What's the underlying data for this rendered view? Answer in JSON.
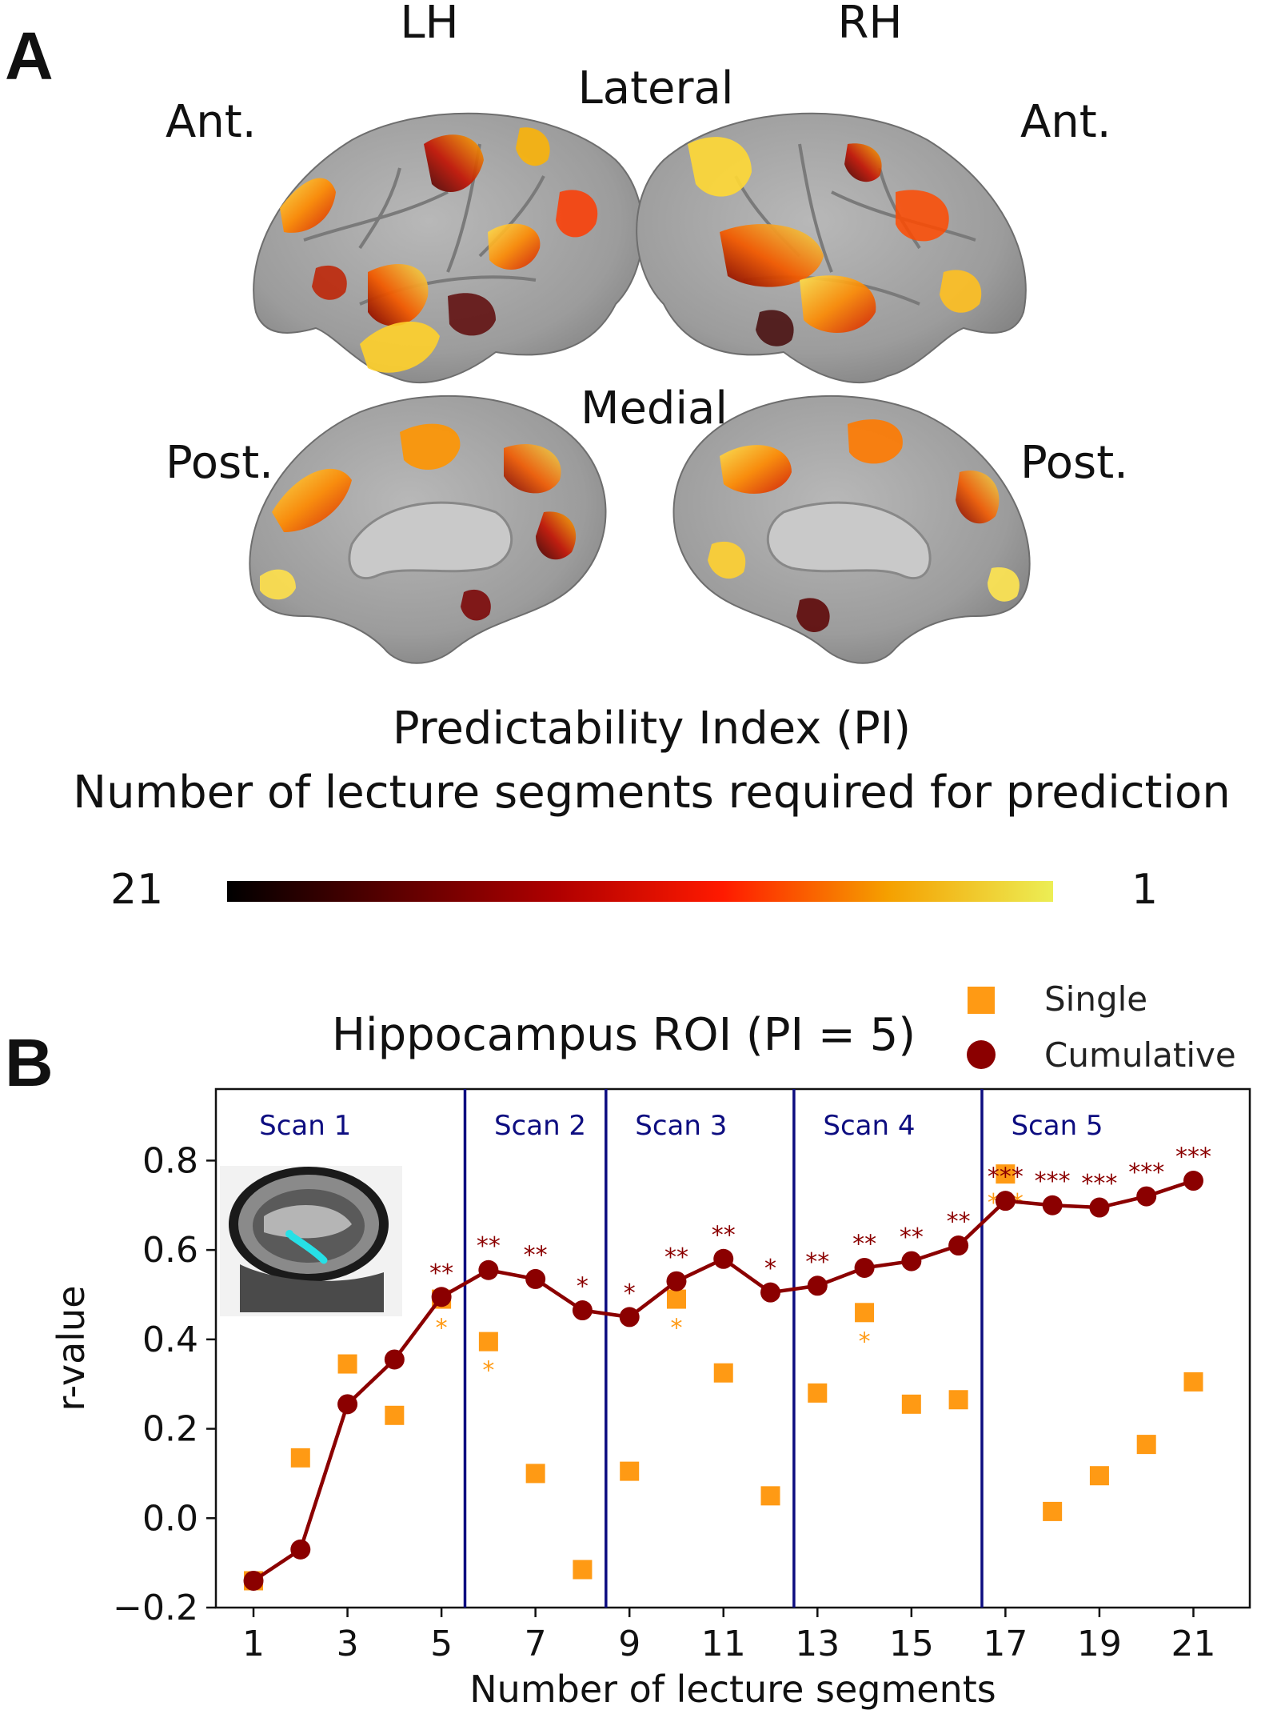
{
  "panel_a": {
    "letter": "A",
    "lh": "LH",
    "rh": "RH",
    "lateral": "Lateral",
    "medial": "Medial",
    "ant_left": "Ant.",
    "ant_right": "Ant.",
    "post_left": "Post.",
    "post_right": "Post.",
    "colorbar_title": "Predictability Index (PI)",
    "colorbar_subtitle": "Number of lecture segments required for prediction",
    "colorbar_min_label": "21",
    "colorbar_max_label": "1",
    "colorbar_colors": [
      "#000000",
      "#5a0000",
      "#b00000",
      "#ff1a00",
      "#f5a000",
      "#ecee55"
    ]
  },
  "panel_b": {
    "letter": "B"
  },
  "chart_data": {
    "type": "line",
    "title": "Hippocampus ROI (PI = 5)",
    "xlabel": "Number of lecture segments",
    "ylabel": "r-value",
    "xlim": [
      0.2,
      22.2
    ],
    "ylim": [
      -0.2,
      0.96
    ],
    "xticks": [
      1,
      3,
      5,
      7,
      9,
      11,
      13,
      15,
      17,
      19,
      21
    ],
    "yticks": [
      -0.2,
      0.0,
      0.2,
      0.4,
      0.6,
      0.8
    ],
    "ytick_labels": [
      "−0.2",
      "0.0",
      "0.2",
      "0.4",
      "0.6",
      "0.8"
    ],
    "legend_position": "top-right, outside plot",
    "scan_boundaries": [
      5.5,
      8.5,
      12.5,
      16.5
    ],
    "scan_boundary_color": "#0d0d80",
    "scans": [
      {
        "label": "Scan 1",
        "x": 2.1
      },
      {
        "label": "Scan 2",
        "x": 7.1
      },
      {
        "label": "Scan 3",
        "x": 10.1
      },
      {
        "label": "Scan 4",
        "x": 14.1
      },
      {
        "label": "Scan 5",
        "x": 18.1
      }
    ],
    "x": [
      1,
      2,
      3,
      4,
      5,
      6,
      7,
      8,
      9,
      10,
      11,
      12,
      13,
      14,
      15,
      16,
      17,
      18,
      19,
      20,
      21
    ],
    "series": [
      {
        "name": "Single",
        "marker": "square",
        "color": "#ff9a14",
        "values": [
          -0.14,
          0.135,
          0.345,
          0.23,
          0.49,
          0.395,
          0.1,
          -0.115,
          0.105,
          0.49,
          0.325,
          0.05,
          0.28,
          0.46,
          0.255,
          0.265,
          0.77,
          0.015,
          0.095,
          0.165,
          0.305
        ],
        "significance": [
          "",
          "",
          "",
          "",
          "*",
          "*",
          "",
          "",
          "",
          "*",
          "",
          "",
          "",
          "*",
          "",
          "",
          "***",
          "",
          "",
          "",
          ""
        ]
      },
      {
        "name": "Cumulative",
        "marker": "circle",
        "color": "#8b0000",
        "values": [
          -0.14,
          -0.07,
          0.255,
          0.355,
          0.495,
          0.555,
          0.535,
          0.465,
          0.45,
          0.53,
          0.58,
          0.505,
          0.52,
          0.56,
          0.575,
          0.61,
          0.71,
          0.7,
          0.695,
          0.72,
          0.755
        ],
        "significance": [
          "",
          "",
          "",
          "",
          "**",
          "**",
          "**",
          "*",
          "*",
          "**",
          "**",
          "*",
          "**",
          "**",
          "**",
          "**",
          "***",
          "***",
          "***",
          "***",
          "***"
        ]
      }
    ]
  }
}
